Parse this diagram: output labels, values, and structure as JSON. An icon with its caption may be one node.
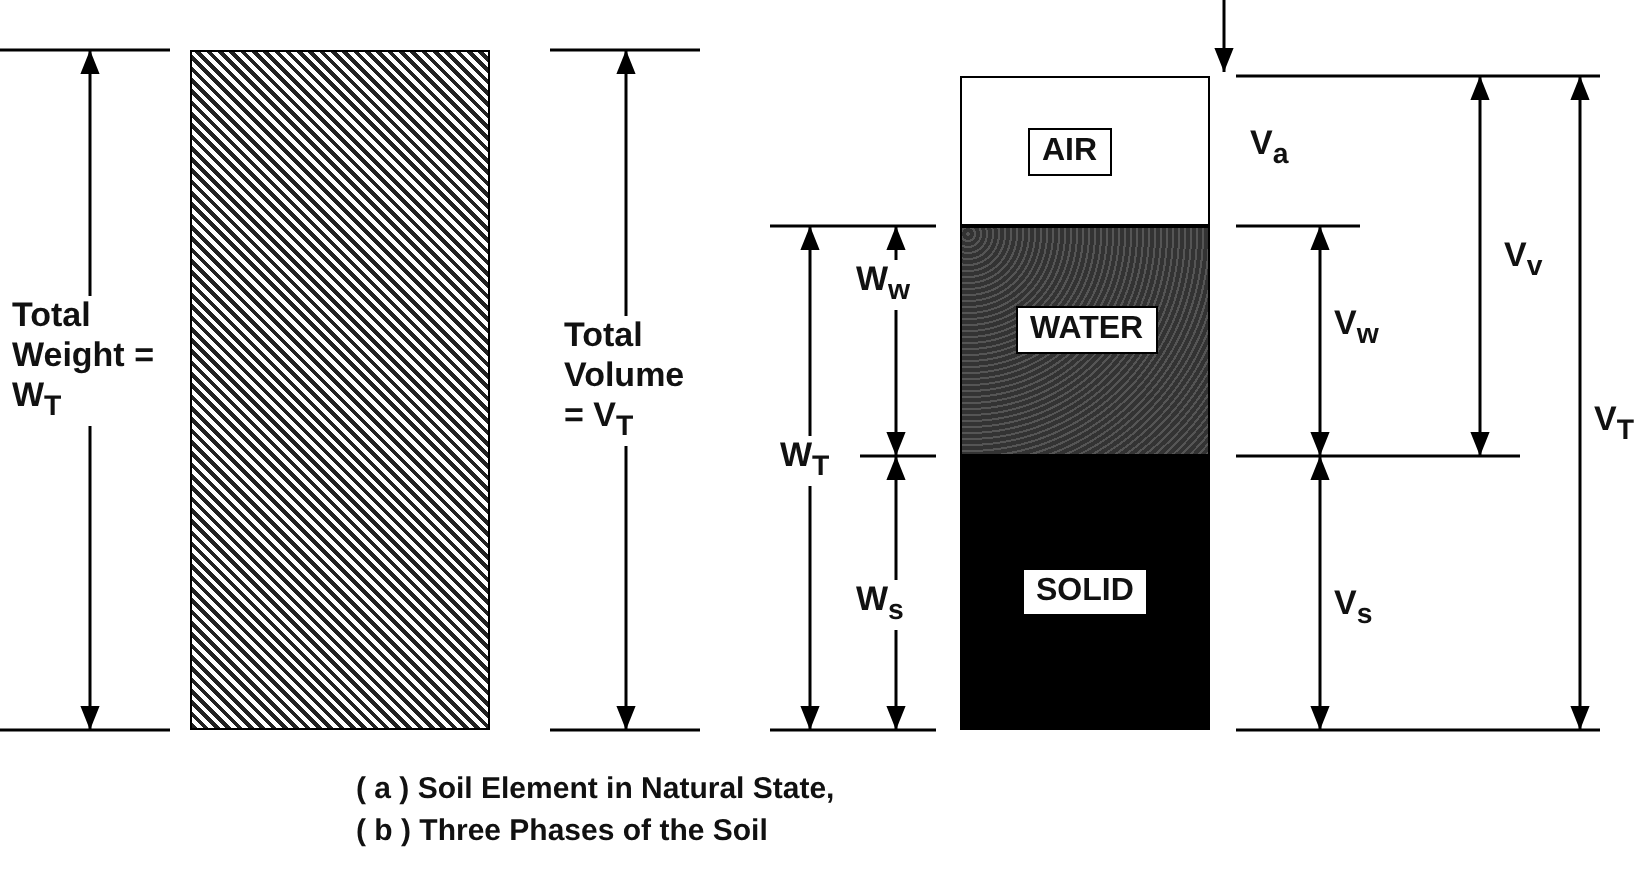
{
  "diagram": {
    "nodes": [
      {
        "text": [],
        "shape": "box"
      },
      {
        "text": [
          "AIR"
        ]
      },
      {
        "text": [
          "WATER"
        ]
      },
      {
        "text": [
          "SOLID"
        ]
      }
    ],
    "labels": [
      "Total Weight = W$_{T}$",
      "Total Volume = V$_{T}$",
      "V$_{a}$",
      "V$_{v}$",
      "W$_{w}$",
      "V$_{w}$",
      "W$_{T}$",
      "V$_{T}$",
      "W$_{s}$",
      "V$_{s}$",
      "( a ) Soil Element in Natural State,",
      "( b ) Three Phases of the Soil"
    ]
  }
}
